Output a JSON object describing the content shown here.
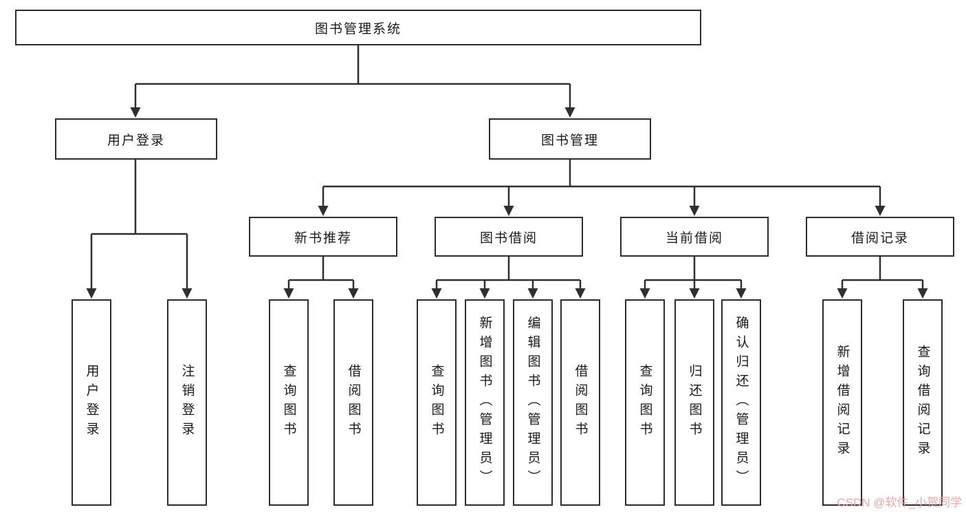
{
  "root": {
    "label": "图书管理系统",
    "children": [
      {
        "label": "用户登录",
        "children": [
          {
            "label": "用户登录"
          },
          {
            "label": "注销登录"
          }
        ]
      },
      {
        "label": "图书管理",
        "children": [
          {
            "label": "新书推荐",
            "children": [
              {
                "label": "查询图书"
              },
              {
                "label": "借阅图书"
              }
            ]
          },
          {
            "label": "图书借阅",
            "children": [
              {
                "label": "查询图书"
              },
              {
                "label": "新增图书（管理员）"
              },
              {
                "label": "编辑图书（管理员）"
              },
              {
                "label": "借阅图书"
              }
            ]
          },
          {
            "label": "当前借阅",
            "children": [
              {
                "label": "查询图书"
              },
              {
                "label": "归还图书"
              },
              {
                "label": "确认归还（管理员）"
              }
            ]
          },
          {
            "label": "借阅记录",
            "children": [
              {
                "label": "新增借阅记录"
              },
              {
                "label": "查询借阅记录"
              }
            ]
          }
        ]
      }
    ]
  },
  "watermark": "CSDN @软件_小贺同学",
  "colors": {
    "box_border": "#2d2d2d",
    "connector_line": "#2f2f2f",
    "background": "#ffffff",
    "watermark_text": "#efa6a6"
  }
}
